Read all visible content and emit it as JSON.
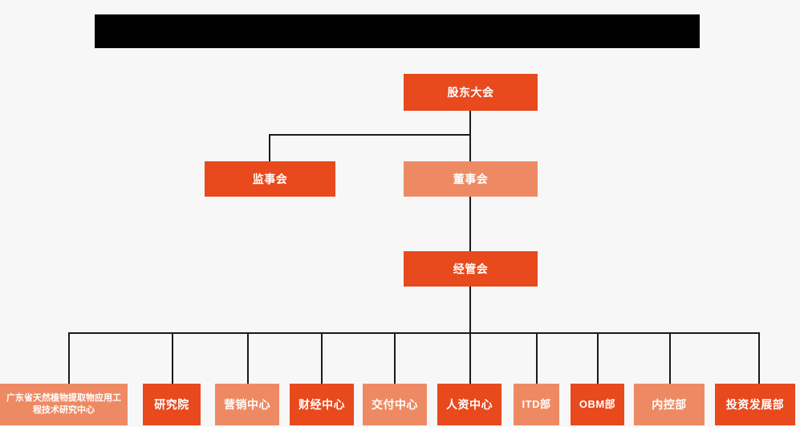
{
  "header": {
    "banner_title": "",
    "banner_color": "#000000"
  },
  "theme": {
    "background": "#f7f7f7",
    "primary_color": "#e8491d",
    "secondary_color": "#ee8a63",
    "connector_color": "#1a1a1a",
    "text_color": "#ffffff"
  },
  "chart_data": {
    "type": "diagram",
    "title": "",
    "diagram_kind": "organizational-chart",
    "levels": [
      {
        "level": 1,
        "nodes": [
          {
            "id": "shareholders",
            "label": "股东大会",
            "color": "#e8491d",
            "style": "primary"
          }
        ]
      },
      {
        "level": 2,
        "nodes": [
          {
            "id": "supervisory",
            "label": "监事会",
            "color": "#e8491d",
            "style": "primary"
          },
          {
            "id": "board",
            "label": "董事会",
            "color": "#ee8a63",
            "style": "secondary"
          }
        ]
      },
      {
        "level": 3,
        "nodes": [
          {
            "id": "management",
            "label": "经管会",
            "color": "#e8491d",
            "style": "primary"
          }
        ]
      },
      {
        "level": 4,
        "nodes": [
          {
            "id": "engineering-center",
            "label": "广东省天然植物提取物应用工程技术研究中心",
            "color": "#ee8a63",
            "style": "secondary"
          },
          {
            "id": "research-institute",
            "label": "研究院",
            "color": "#e8491d",
            "style": "primary"
          },
          {
            "id": "marketing-center",
            "label": "营销中心",
            "color": "#ee8a63",
            "style": "secondary"
          },
          {
            "id": "finance-center",
            "label": "财经中心",
            "color": "#e8491d",
            "style": "primary"
          },
          {
            "id": "delivery-center",
            "label": "交付中心",
            "color": "#ee8a63",
            "style": "secondary"
          },
          {
            "id": "hr-center",
            "label": "人资中心",
            "color": "#e8491d",
            "style": "primary"
          },
          {
            "id": "itd-dept",
            "label": "ITD部",
            "color": "#ee8a63",
            "style": "secondary"
          },
          {
            "id": "obm-dept",
            "label": "OBM部",
            "color": "#e8491d",
            "style": "primary"
          },
          {
            "id": "internal-control-dept",
            "label": "内控部",
            "color": "#ee8a63",
            "style": "secondary"
          },
          {
            "id": "investment-dev-dept",
            "label": "投资发展部",
            "color": "#e8491d",
            "style": "primary"
          }
        ]
      }
    ],
    "edges": [
      {
        "from": "shareholders",
        "to": "supervisory"
      },
      {
        "from": "shareholders",
        "to": "board"
      },
      {
        "from": "board",
        "to": "management"
      },
      {
        "from": "management",
        "to": "engineering-center"
      },
      {
        "from": "management",
        "to": "research-institute"
      },
      {
        "from": "management",
        "to": "marketing-center"
      },
      {
        "from": "management",
        "to": "finance-center"
      },
      {
        "from": "management",
        "to": "delivery-center"
      },
      {
        "from": "management",
        "to": "hr-center"
      },
      {
        "from": "management",
        "to": "itd-dept"
      },
      {
        "from": "management",
        "to": "obm-dept"
      },
      {
        "from": "management",
        "to": "internal-control-dept"
      },
      {
        "from": "management",
        "to": "investment-dev-dept"
      }
    ]
  },
  "nodes": {
    "shareholders": "股东大会",
    "supervisory": "监事会",
    "board": "董事会",
    "management": "经管会",
    "engineering_center": "广东省天然植物提取物应用工程技术研究中心",
    "research_institute": "研究院",
    "marketing_center": "营销中心",
    "finance_center": "财经中心",
    "delivery_center": "交付中心",
    "hr_center": "人资中心",
    "itd_dept": "ITD部",
    "obm_dept": "OBM部",
    "internal_control_dept": "内控部",
    "investment_dev_dept": "投资发展部"
  }
}
